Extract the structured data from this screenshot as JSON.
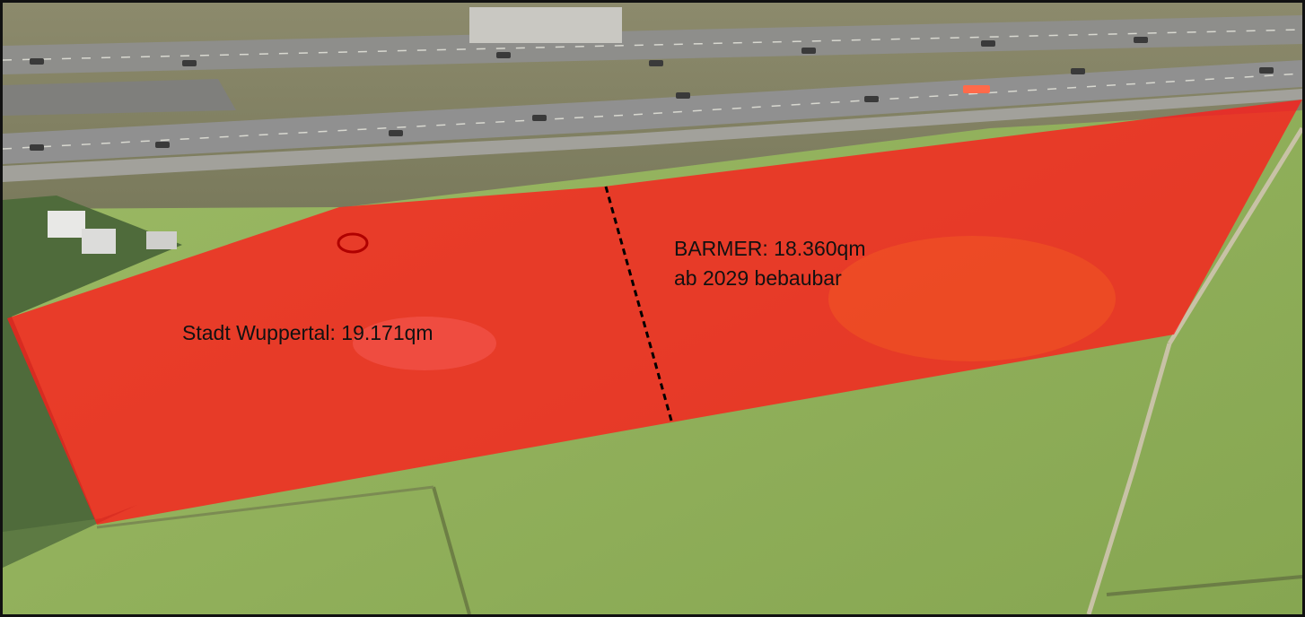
{
  "areas": {
    "stadt": {
      "label": "Stadt Wuppertal: 19.171qm"
    },
    "barmer": {
      "line1": "BARMER: 18.360qm",
      "line2": "ab 2029 bebaubar"
    }
  },
  "colors": {
    "highlight": "#ff1a1a",
    "meadow": "#8fb15a",
    "road": "#8b8b88",
    "divider": "#000000"
  }
}
